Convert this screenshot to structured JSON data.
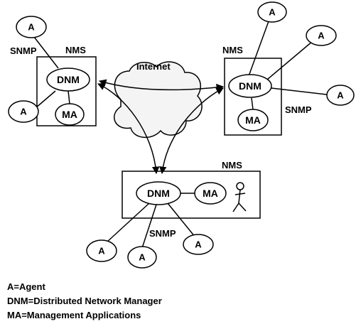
{
  "diagram": {
    "cloud_label": "Internet",
    "nms_left_label": "NMS",
    "nms_right_label": "NMS",
    "nms_bottom_label": "NMS",
    "dnm_label": "DNM",
    "ma_label": "MA",
    "agent_label": "A",
    "snmp_label": "SNMP"
  },
  "legend": {
    "line1": "A=Agent",
    "line2": "DNM=Distributed Network Manager",
    "line3": "MA=Management Applications"
  }
}
